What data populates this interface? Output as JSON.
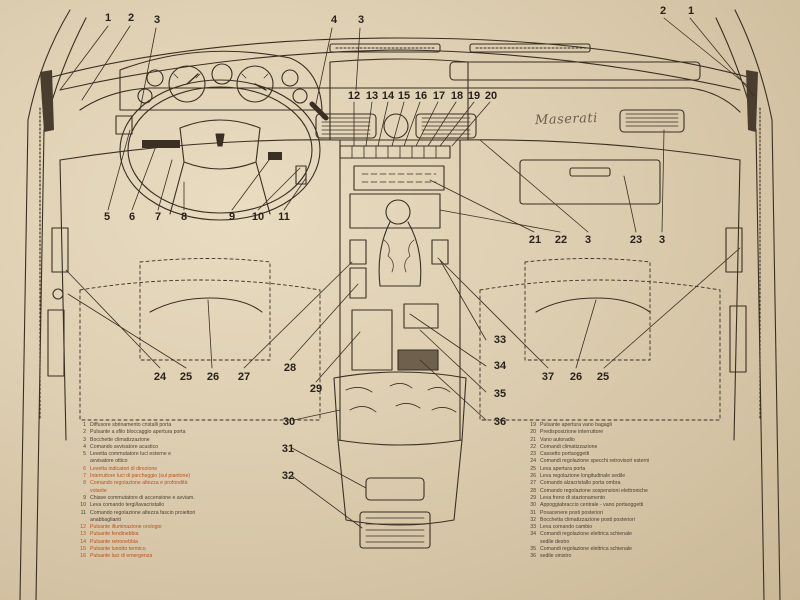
{
  "brand_logo": "Maserati",
  "callouts": [
    {
      "id": "c1a",
      "text": "1"
    },
    {
      "id": "c2a",
      "text": "2"
    },
    {
      "id": "c3a",
      "text": "3"
    },
    {
      "id": "c4",
      "text": "4"
    },
    {
      "id": "c3b",
      "text": "3"
    },
    {
      "id": "c2b",
      "text": "2"
    },
    {
      "id": "c1b",
      "text": "1"
    },
    {
      "id": "c12",
      "text": "12"
    },
    {
      "id": "c13",
      "text": "13"
    },
    {
      "id": "c14",
      "text": "14"
    },
    {
      "id": "c15",
      "text": "15"
    },
    {
      "id": "c16",
      "text": "16"
    },
    {
      "id": "c17",
      "text": "17"
    },
    {
      "id": "c18",
      "text": "18"
    },
    {
      "id": "c19",
      "text": "19"
    },
    {
      "id": "c20",
      "text": "20"
    },
    {
      "id": "c5",
      "text": "5"
    },
    {
      "id": "c6",
      "text": "6"
    },
    {
      "id": "c7",
      "text": "7"
    },
    {
      "id": "c8",
      "text": "8"
    },
    {
      "id": "c9",
      "text": "9"
    },
    {
      "id": "c10",
      "text": "10"
    },
    {
      "id": "c11",
      "text": "11"
    },
    {
      "id": "c21",
      "text": "21"
    },
    {
      "id": "c22",
      "text": "22"
    },
    {
      "id": "c3c",
      "text": "3"
    },
    {
      "id": "c23",
      "text": "23"
    },
    {
      "id": "c3d",
      "text": "3"
    },
    {
      "id": "c24",
      "text": "24"
    },
    {
      "id": "c25a",
      "text": "25"
    },
    {
      "id": "c26a",
      "text": "26"
    },
    {
      "id": "c27",
      "text": "27"
    },
    {
      "id": "c28",
      "text": "28"
    },
    {
      "id": "c29",
      "text": "29"
    },
    {
      "id": "c33",
      "text": "33"
    },
    {
      "id": "c34",
      "text": "34"
    },
    {
      "id": "c35",
      "text": "35"
    },
    {
      "id": "c36",
      "text": "36"
    },
    {
      "id": "c37",
      "text": "37"
    },
    {
      "id": "c26b",
      "text": "26"
    },
    {
      "id": "c25b",
      "text": "25"
    },
    {
      "id": "c30",
      "text": "30"
    },
    {
      "id": "c31",
      "text": "31"
    },
    {
      "id": "c32",
      "text": "32"
    }
  ],
  "legend_left": [
    {
      "num": "1",
      "text": "Diffusore sbrinamento cristalli porta",
      "orange": false
    },
    {
      "num": "2",
      "text": "Pulsante a sfilo bloccaggio apertura porta",
      "orange": false
    },
    {
      "num": "3",
      "text": "Bocchette climatizzazione",
      "orange": false
    },
    {
      "num": "4",
      "text": "Comando avvisatore acustico",
      "orange": false
    },
    {
      "num": "5",
      "text": "Levetta commutatore luci esterne e",
      "orange": false
    },
    {
      "num": "",
      "text": "avvisatore ottico",
      "orange": false
    },
    {
      "num": "6",
      "text": "Levetta indicatori di direzione",
      "orange": true
    },
    {
      "num": "7",
      "text": "Interruttore luci di parcheggio (sul piantone)",
      "orange": true
    },
    {
      "num": "8",
      "text": "Comando regolazione altezza e profondità",
      "orange": true
    },
    {
      "num": "",
      "text": "volante",
      "orange": true
    },
    {
      "num": "9",
      "text": "Chiave commutatore di accensione e avviam.",
      "orange": false
    },
    {
      "num": "10",
      "text": "Leva comando tergi/lavacristallo",
      "orange": false
    },
    {
      "num": "11",
      "text": "Comando regolazione altezza fascio proiettori",
      "orange": false
    },
    {
      "num": "",
      "text": "anabbaglianti",
      "orange": false
    },
    {
      "num": "12",
      "text": "Pulsante illuminazione orologio",
      "orange": true
    },
    {
      "num": "13",
      "text": "Pulsante fendinebbia",
      "orange": true
    },
    {
      "num": "14",
      "text": "Pulsante retronebbia",
      "orange": true
    },
    {
      "num": "15",
      "text": "Pulsante lunotto termico",
      "orange": true
    },
    {
      "num": "16",
      "text": "Pulsante luci di emergenza",
      "orange": true
    }
  ],
  "legend_right": [
    {
      "num": "19",
      "text": "Pulsante apertura vano bagagli"
    },
    {
      "num": "20",
      "text": "Predisposizione interruttore"
    },
    {
      "num": "21",
      "text": "Vano autoradio"
    },
    {
      "num": "22",
      "text": "Comandi climatizzazione"
    },
    {
      "num": "23",
      "text": "Cassetto portaoggetti"
    },
    {
      "num": "24",
      "text": "Comandi regolazione specchi retrovisori esterni"
    },
    {
      "num": "25",
      "text": "Leva apertura porta"
    },
    {
      "num": "26",
      "text": "Leva regolazione longitudinale sedile"
    },
    {
      "num": "27",
      "text": "Comando alzacristallo porta ombra"
    },
    {
      "num": "28",
      "text": "Comando regolazione sospensioni elettroniche"
    },
    {
      "num": "29",
      "text": "Leva freno di stazionamento"
    },
    {
      "num": "30",
      "text": "Appoggiabraccio centrale - vano portaoggetti"
    },
    {
      "num": "31",
      "text": "Posacenere posti posteriori"
    },
    {
      "num": "32",
      "text": "Bocchetta climatizzazione posti posteriori"
    },
    {
      "num": "33",
      "text": "Leva comando cambio"
    },
    {
      "num": "34",
      "text": "Comandi regolazione elettrica schienale"
    },
    {
      "num": "",
      "text": "sedile destro"
    },
    {
      "num": "35",
      "text": "Comandi regolazione elettrica schienale"
    },
    {
      "num": "36",
      "text": "sedile sinistro"
    }
  ]
}
